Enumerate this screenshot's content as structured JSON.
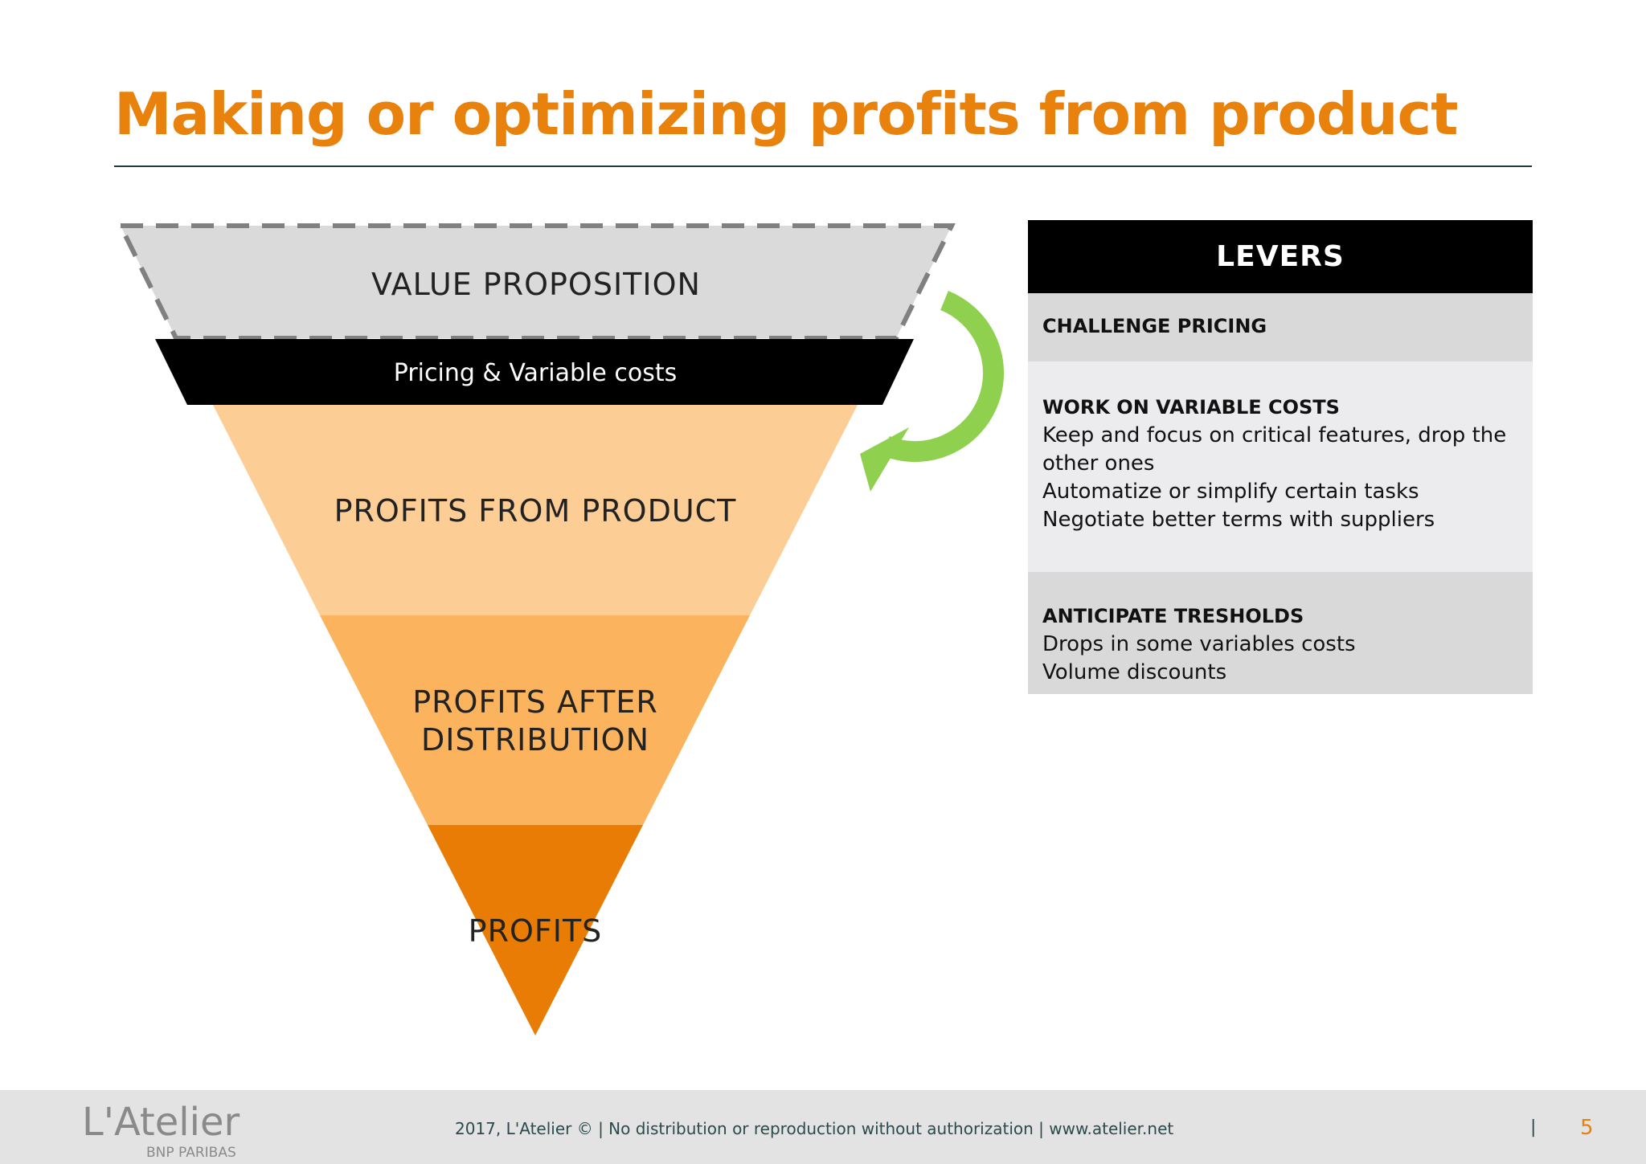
{
  "title": "Making or optimizing profits from product",
  "funnel": {
    "value_proposition": "VALUE PROPOSITION",
    "pricing": "Pricing & Variable costs",
    "profits_from_product": "PROFITS FROM PRODUCT",
    "profits_after_line1": "PROFITS AFTER",
    "profits_after_line2": "DISTRIBUTION",
    "profits": "PROFITS",
    "colors": {
      "value_fill": "#dadada",
      "pricing_fill": "#000000",
      "product_fill": "#fdcd96",
      "distribution_fill": "#fbb35d",
      "profits_fill": "#e87c04",
      "arrow": "#8fd14f"
    }
  },
  "levers": {
    "header": "LEVERS",
    "items": [
      {
        "heading": "CHALLENGE PRICING",
        "lines": []
      },
      {
        "heading": "WORK ON VARIABLE COSTS",
        "lines": [
          "Keep and focus on critical features, drop the",
          "other ones",
          "Automatize or simplify certain tasks",
          "Negotiate better terms with suppliers"
        ]
      },
      {
        "heading": "ANTICIPATE TRESHOLDS",
        "lines": [
          "Drops in some variables costs",
          "Volume discounts"
        ]
      }
    ]
  },
  "footer": {
    "logo_main": "L'Atelier",
    "logo_sub": "BNP PARIBAS",
    "note": "2017, L'Atelier © | No distribution or reproduction without authorization | www.atelier.net",
    "separator": "|",
    "page_number": "5"
  }
}
